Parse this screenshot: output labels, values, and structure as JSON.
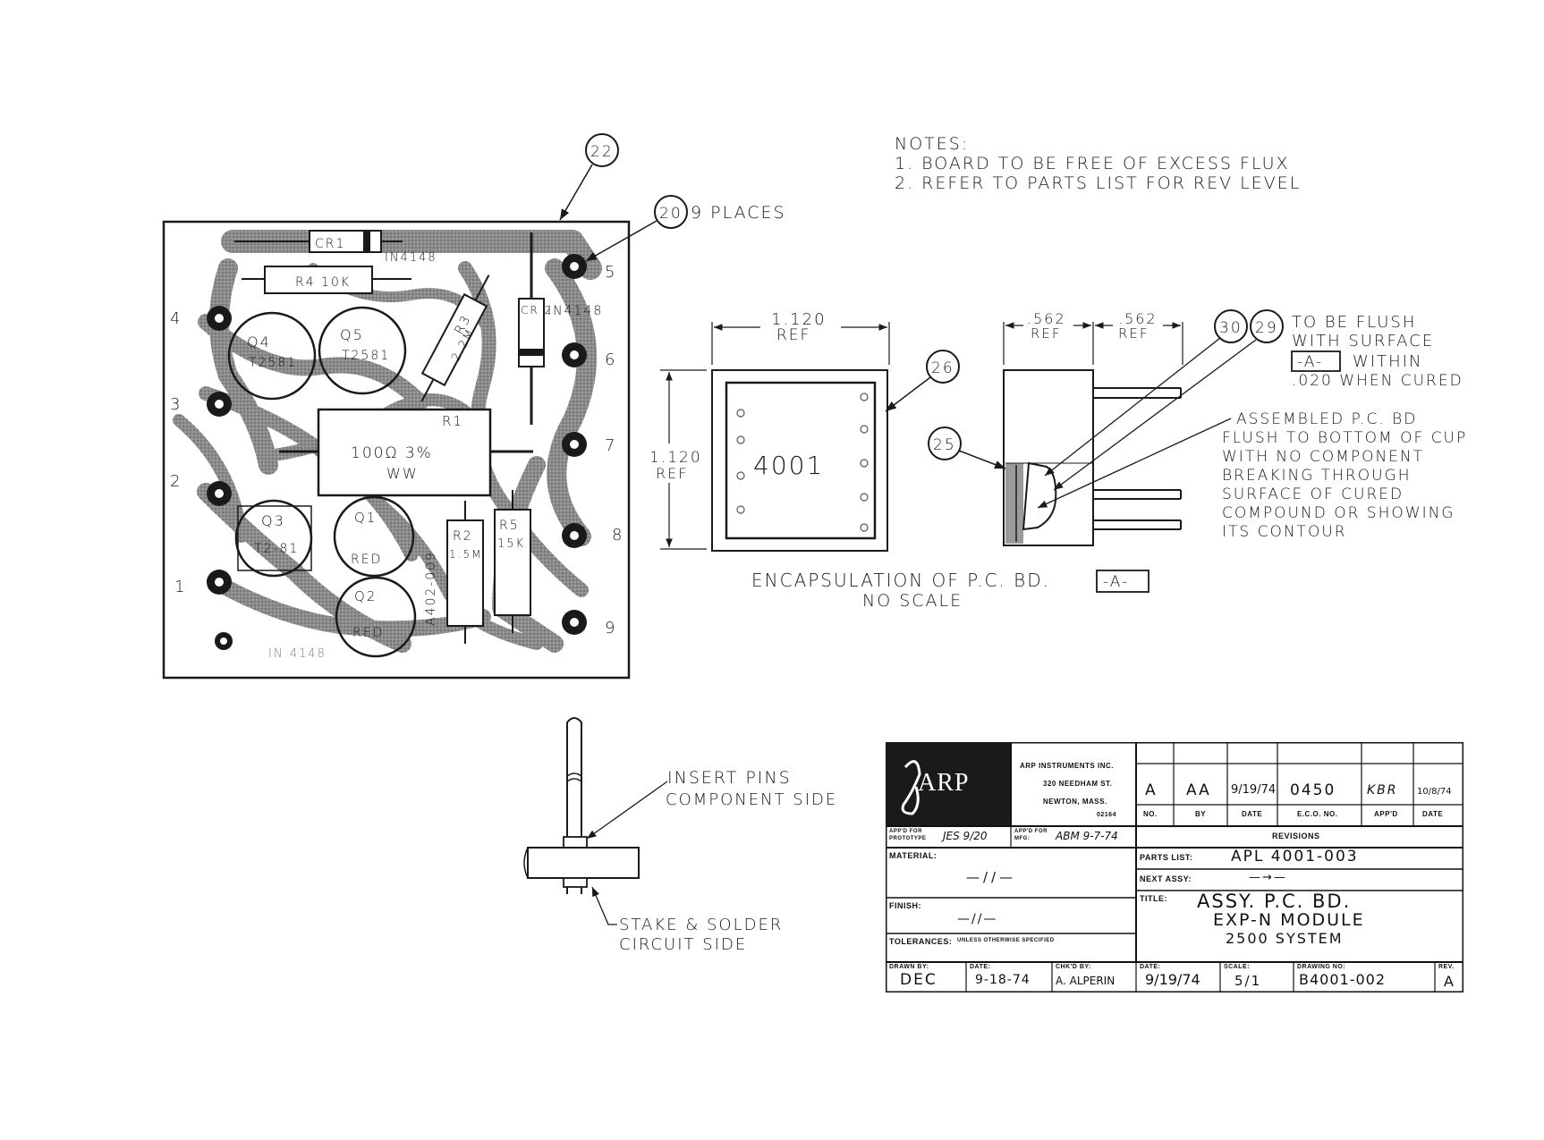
{
  "notes": {
    "heading": "NOTES:",
    "items": [
      "1.  BOARD TO BE FREE OF EXCESS FLUX",
      "2.  REFER TO PARTS LIST FOR REV LEVEL"
    ]
  },
  "board": {
    "components": {
      "cr1": "CR1",
      "cr1_part": "IN4148",
      "r4": "R4 10K",
      "cr2": "CR 2",
      "cr2_part": "IN4148",
      "r3": "R3",
      "r3_val": "2.2M",
      "q4": "Q4",
      "q4_part": "T2581",
      "q5": "Q5",
      "q5_part": "T2581",
      "r1": "R1",
      "r1_val": "100Ω 3%",
      "r1_type": "WW",
      "q3": "Q3",
      "q3_part": "T2-81",
      "q1": "Q1",
      "q1_color": "RED",
      "q2": "Q2",
      "q2_color": "RED",
      "r2": "R2",
      "r2_val": "1.5M",
      "r5": "R5",
      "r5_val": "15K",
      "side_part": "A402-009",
      "faint": "IN 4148"
    },
    "pins_left": [
      "4",
      "3",
      "2",
      "1"
    ],
    "pins_right": [
      "5",
      "6",
      "7",
      "8",
      "9"
    ]
  },
  "callouts": {
    "c22": "22",
    "c20": "20",
    "c20_text": "9 PLACES",
    "c26": "26",
    "c25": "25",
    "c30": "30",
    "c29": "29"
  },
  "encap": {
    "dim_w": "1.120",
    "dim_w_ref": "REF",
    "dim_h": "1.120",
    "dim_h_ref": "REF",
    "dim_a": ".562",
    "dim_a_ref": "REF",
    "dim_b": ".562",
    "dim_b_ref": "REF",
    "cup_label": "4001",
    "title": "ENCAPSULATION OF P.C. BD.",
    "title_ref": "-A-",
    "scale": "NO SCALE",
    "flush_lines": [
      "TO BE FLUSH",
      "WITH SURFACE",
      "WITHIN",
      ".020 WHEN CURED"
    ],
    "flush_ref": "-A-",
    "assembled_lines": [
      "ASSEMBLED P.C. BD",
      "FLUSH TO BOTTOM OF CUP",
      "WITH NO COMPONENT",
      "BREAKING THROUGH",
      "SURFACE OF CURED",
      "COMPOUND OR SHOWING",
      "ITS CONTOUR"
    ]
  },
  "pin_detail": {
    "insert": [
      "INSERT PINS",
      "COMPONENT SIDE"
    ],
    "stake": [
      "STAKE & SOLDER",
      "CIRCUIT SIDE"
    ]
  },
  "title_block": {
    "company_lines": [
      "ARP INSTRUMENTS INC.",
      "320 NEEDHAM ST.",
      "NEWTON, MASS.",
      "02164"
    ],
    "logo": "ARP",
    "rev_values": [
      "A",
      "AA",
      "9/19/74",
      "0450",
      "KBR",
      "10/8/74"
    ],
    "rev_headers": [
      "NO.",
      "BY",
      "DATE",
      "E.C.O. NO.",
      "APP'D",
      "DATE"
    ],
    "revisions_label": "REVISIONS",
    "appd_proto_label": "APP'D FOR PROTOTYPE",
    "appd_proto_value": "JES 9/20",
    "appd_mfg_label": "APP'D FOR MFG:",
    "appd_mfg_value": "ABM 9-7-74",
    "material_label": "MATERIAL:",
    "material_value": "—//—",
    "finish_label": "FINISH:",
    "finish_value": "—//—",
    "tolerances_label": "TOLERANCES:",
    "tolerances_note": "UNLESS OTHERWISE SPECIFIED",
    "parts_list_label": "PARTS LIST:",
    "parts_list_value": "APL 4001-003",
    "next_assy_label": "NEXT ASSY:",
    "next_assy_value": "—→—",
    "title_label": "TITLE:",
    "title_lines": [
      "ASSY. P.C. BD.",
      "EXP-N MODULE",
      "2500 SYSTEM"
    ],
    "drawn_label": "DRAWN BY:",
    "drawn_value": "DEC",
    "date1_label": "DATE:",
    "date1_value": "9-18-74",
    "chkd_label": "CHK'D BY:",
    "chkd_value": "A. ALPERIN",
    "date2_label": "DATE:",
    "date2_value": "9/19/74",
    "scale_label": "SCALE:",
    "scale_value": "5/1",
    "drawing_no_label": "DRAWING NO:",
    "drawing_no_value": "B4001-002",
    "rev_label": "REV.",
    "rev_value": "A"
  },
  "colors": {
    "ink": "#1a1a1a",
    "trace": "#7a7a7a",
    "paper": "#ffffff"
  }
}
